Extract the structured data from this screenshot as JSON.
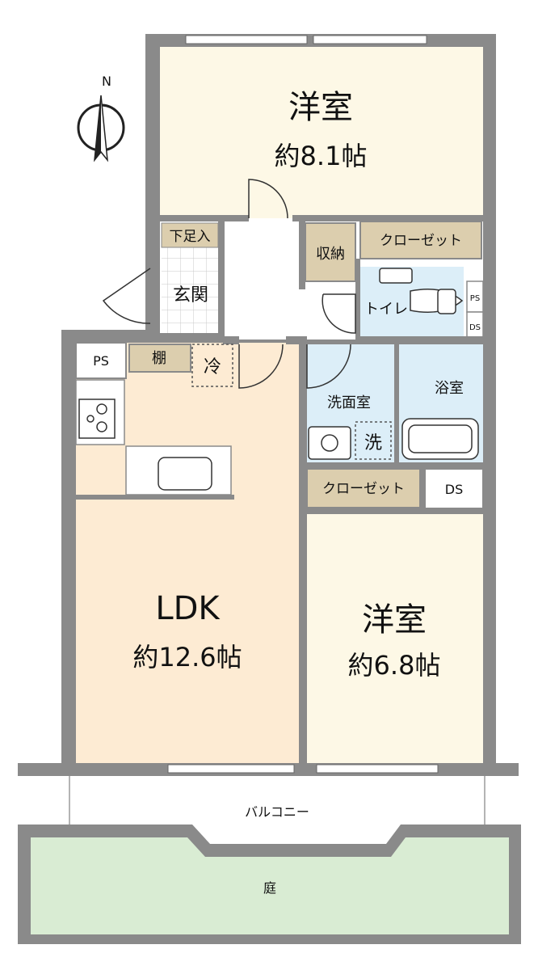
{
  "compass": {
    "north_label": "N"
  },
  "rooms": {
    "bedroom1": {
      "name": "洋室",
      "size": "約8.1帖"
    },
    "bedroom2": {
      "name": "洋室",
      "size": "約6.8帖"
    },
    "ldk": {
      "name": "LDK",
      "size": "約12.6帖"
    },
    "entrance": "玄関",
    "shoe_storage": "下足入",
    "storage": "収納",
    "closet1": "クローゼット",
    "closet2": "クローゼット",
    "toilet": "トイレ",
    "washroom": "洗面室",
    "bathroom": "浴室",
    "shelf": "棚",
    "fridge": "冷",
    "washer": "洗",
    "ps_kitchen": "PS",
    "ds_room": "DS",
    "ps_toilet": "PS",
    "ds_toilet": "DS"
  },
  "outdoor": {
    "balcony": "バルコニー",
    "garden": "庭"
  },
  "colors": {
    "wall": "#8a8a8a",
    "bedroom_fill": "#fdf8e6",
    "ldk_fill": "#fdebd3",
    "wet_fill": "#dceef8",
    "storage_fill": "#dcceae",
    "garden_fill": "#d9ecd3",
    "tile_fill": "#ffffff"
  }
}
